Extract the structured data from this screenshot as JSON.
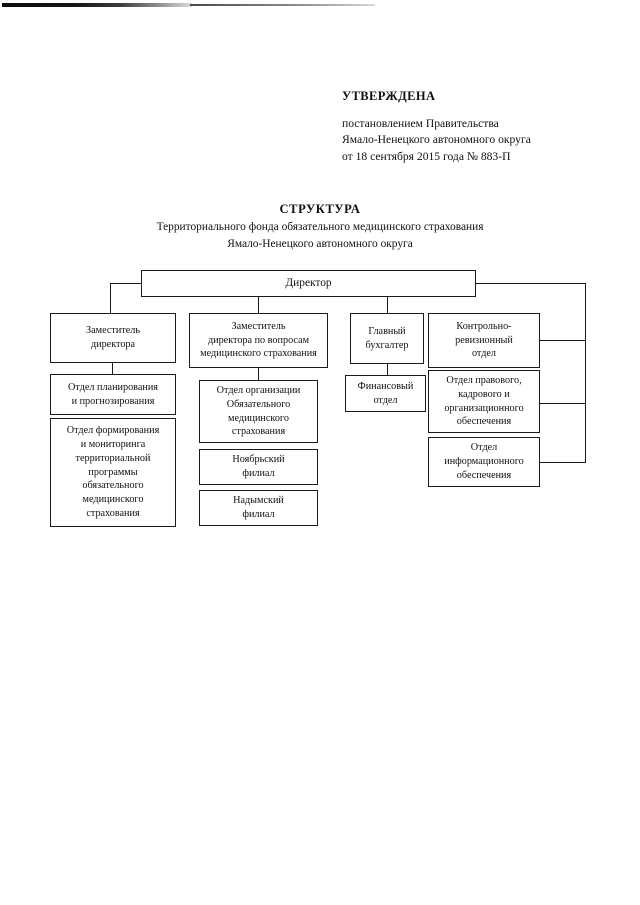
{
  "document": {
    "approval": {
      "title": "УТВЕРЖДЕНА",
      "line1": "постановлением Правительства",
      "line2": "Ямало-Ненецкого автономного округа",
      "line3": "от 18 сентября 2015 года  № 883-П"
    },
    "title": "СТРУКТУРА",
    "subtitle_line1": "Территориального фонда обязательного медицинского страхования",
    "subtitle_line2": "Ямало-Ненецкого автономного округа"
  },
  "chart_data": {
    "type": "diagram",
    "diagram_kind": "organizational-chart",
    "title": "СТРУКТУРА Территориального фонда обязательного медицинского страхования Ямало-Ненецкого автономного округа",
    "orientation": "top-down",
    "line_color": "#1a1a1a",
    "box_fill": "#ffffff",
    "nodes": [
      {
        "id": "director",
        "label": "Директор",
        "level": 0,
        "parent": null
      },
      {
        "id": "deputy",
        "label": "Заместитель\nдиректора",
        "level": 1,
        "parent": "director"
      },
      {
        "id": "deputy-oms",
        "label": "Заместитель\nдиректора по вопросам\nмедицинского страхования",
        "level": 1,
        "parent": "director"
      },
      {
        "id": "chief-accountant",
        "label": "Главный\nбухгалтер",
        "level": 1,
        "parent": "director"
      },
      {
        "id": "control-audit",
        "label": "Контрольно-\nревизионный\nотдел",
        "level": 1,
        "parent": "director"
      },
      {
        "id": "planning",
        "label": "Отдел планирования\nи прогнозирования",
        "level": 2,
        "parent": "deputy"
      },
      {
        "id": "territorial-program",
        "label": "Отдел формирования\nи мониторинга\nтерриториальной\nпрограммы\nобязательного\nмедицинского\nстрахования",
        "level": 2,
        "parent": "deputy"
      },
      {
        "id": "oms-organization",
        "label": "Отдел организации\nОбязательного\nмедицинского\nстрахования",
        "level": 2,
        "parent": "deputy-oms"
      },
      {
        "id": "noyabrsk-branch",
        "label": "Ноябрьский\nфилиал",
        "level": 2,
        "parent": "deputy-oms"
      },
      {
        "id": "nadym-branch",
        "label": "Надымский\nфилиал",
        "level": 2,
        "parent": "deputy-oms"
      },
      {
        "id": "financial",
        "label": "Финансовый\nотдел",
        "level": 2,
        "parent": "chief-accountant"
      },
      {
        "id": "legal-hr",
        "label": "Отдел правового,\nкадрового и\nорганизационного\nобеспечения",
        "level": 1,
        "parent": "director"
      },
      {
        "id": "information",
        "label": "Отдел\nинформационного\nобеспечения",
        "level": 1,
        "parent": "director"
      }
    ]
  }
}
